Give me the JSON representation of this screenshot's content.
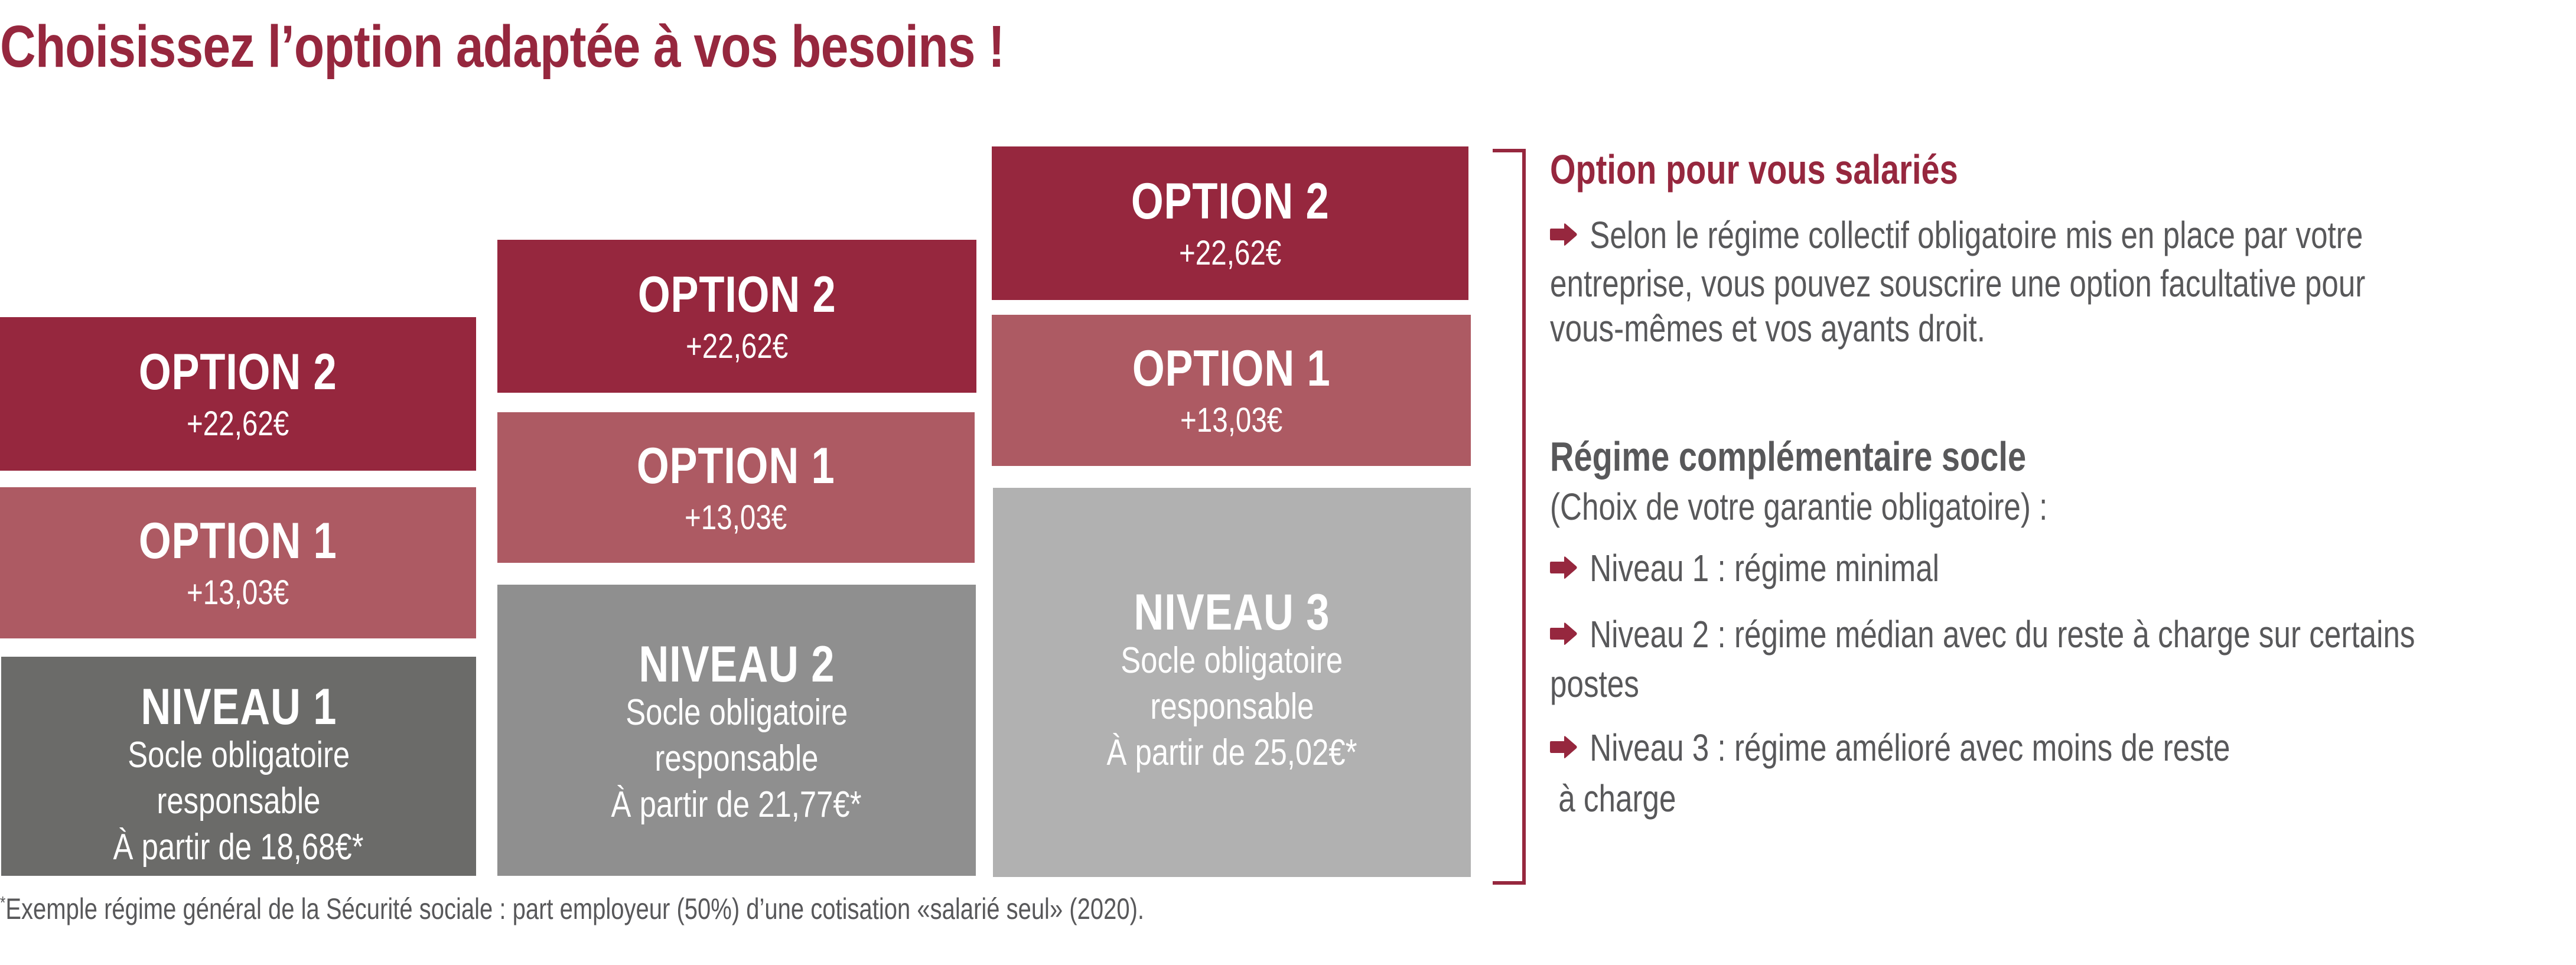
{
  "title": "Choisissez l’option adaptée à vos besoins !",
  "colors": {
    "brand": "#96273e",
    "option1": "#ad5a63",
    "niveau1": "#6b6b69",
    "niveau2": "#8f8f8f",
    "niveau3": "#b1b1b1",
    "text": "#58585a"
  },
  "columns": [
    {
      "option2": {
        "label": "OPTION 2",
        "price": "+22,62€"
      },
      "option1": {
        "label": "OPTION 1",
        "price": "+13,03€"
      },
      "niveau": {
        "label": "NIVEAU 1",
        "line1": "Socle obligatoire",
        "line2": "responsable",
        "line3": "À partir de 18,68€*"
      }
    },
    {
      "option2": {
        "label": "OPTION 2",
        "price": "+22,62€"
      },
      "option1": {
        "label": "OPTION 1",
        "price": "+13,03€"
      },
      "niveau": {
        "label": "NIVEAU 2",
        "line1": "Socle obligatoire",
        "line2": "responsable",
        "line3": "À partir de 21,77€*"
      }
    },
    {
      "option2": {
        "label": "OPTION 2",
        "price": "+22,62€"
      },
      "option1": {
        "label": "OPTION 1",
        "price": "+13,03€"
      },
      "niveau": {
        "label": "NIVEAU 3",
        "line1": "Socle obligatoire",
        "line2": "responsable",
        "line3": "À partir de 25,02€*"
      }
    }
  ],
  "panel": {
    "option_heading": "Option pour vous salariés",
    "option_lines": [
      "Selon le régime collectif obligatoire mis en place par votre",
      "entreprise, vous pouvez souscrire une option facultative  pour",
      "vous-mêmes et vos ayants droit."
    ],
    "socle_heading": "Régime complémentaire socle",
    "socle_subheading": "(Choix de votre garantie obligatoire) :",
    "levels": [
      {
        "line1": "Niveau 1 : régime minimal"
      },
      {
        "line1": "Niveau 2 : régime médian avec du reste à charge sur certains",
        "line2": "postes"
      },
      {
        "line1": "Niveau 3 : régime amélioré avec moins de reste",
        "line2": " à charge"
      }
    ],
    "bullet_icon": "arrow-right-icon"
  },
  "footnote": {
    "marker": "*",
    "text": "Exemple régime général de la Sécurité sociale : part employeur (50%) d’une cotisation «salarié seul» (2020)."
  }
}
